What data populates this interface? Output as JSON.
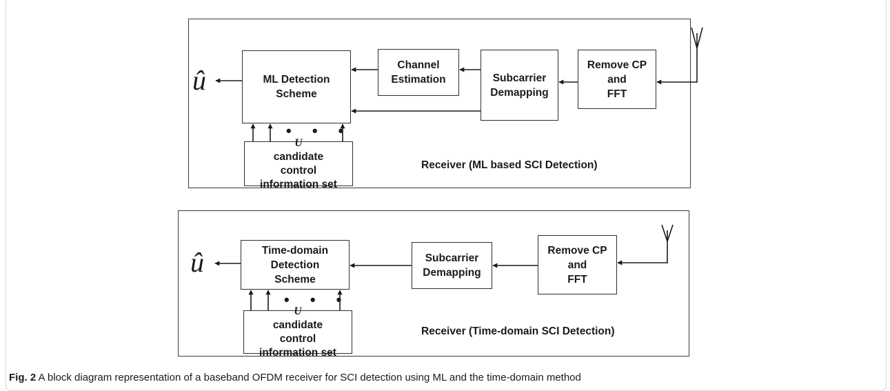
{
  "diagram1": {
    "title": "Receiver (ML based SCI Detection)",
    "output_symbol": "û",
    "blocks": {
      "ml_detection": "ML Detection\nScheme",
      "channel_estimation": "Channel\nEstimation",
      "subcarrier_demapping": "Subcarrier\nDemapping",
      "remove_cp_fft": "Remove CP\nand\nFFT"
    },
    "candidate": {
      "var": "U",
      "text": " candidate\ncontrol\ninformation set"
    },
    "dots": "• • •"
  },
  "diagram2": {
    "title": "Receiver (Time-domain SCI Detection)",
    "output_symbol": "û",
    "blocks": {
      "td_detection": "Time-domain\nDetection\nScheme",
      "subcarrier_demapping": "Subcarrier\nDemapping",
      "remove_cp_fft": "Remove CP\nand\nFFT"
    },
    "candidate": {
      "var": "U",
      "text": " candidate\ncontrol\ninformation set"
    },
    "dots": "• • •"
  },
  "caption": {
    "label": "Fig. 2",
    "text": " A block diagram representation of a baseband OFDM receiver for SCI detection using ML and the time-domain method"
  }
}
